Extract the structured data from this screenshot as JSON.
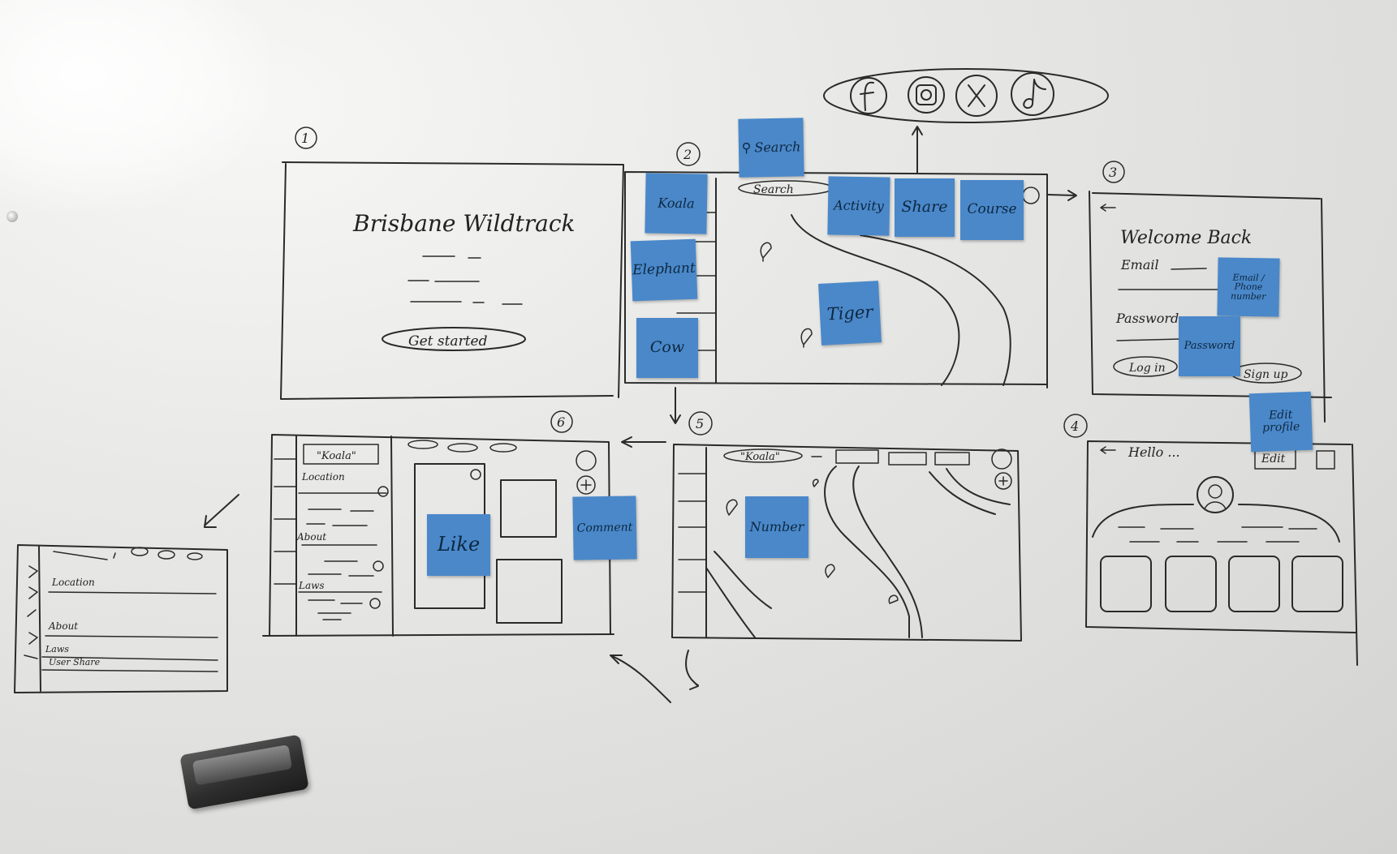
{
  "frames": {
    "f1": {
      "number": "1",
      "title": "Brisbane Wildtrack",
      "cta": "Get started"
    },
    "f2": {
      "number": "2",
      "search": "Search"
    },
    "f3": {
      "number": "3",
      "heading": "Welcome Back",
      "email_label": "Email",
      "password_label": "Password",
      "login": "Log in",
      "signup": "Sign up"
    },
    "f4": {
      "number": "4",
      "greeting": "Hello ...",
      "edit": "Edit"
    },
    "f5": {
      "number": "5",
      "search_chip": "\"Koala\""
    },
    "f6": {
      "number": "6",
      "search_chip": "\"Koala\"",
      "sections": [
        "Location",
        "About",
        "Laws"
      ]
    },
    "f7": {
      "sections": [
        "Location",
        "About",
        "Laws",
        "User Share"
      ]
    }
  },
  "social_icons": [
    "facebook-icon",
    "instagram-icon",
    "x-icon",
    "tiktok-icon"
  ],
  "notes": {
    "search": "Search",
    "koala": "Koala",
    "elephant": "Elephant",
    "cow": "Cow",
    "activity": "Activity",
    "share": "Share",
    "course": "Course",
    "tiger": "Tiger",
    "email_phone": "Email / Phone number",
    "password": "Password",
    "edit_profile": "Edit profile",
    "number": "Number",
    "like": "Like",
    "comment": "Comment"
  },
  "colors": {
    "sticky_note": "#4a88c9",
    "marker": "#2a2a2a",
    "board": "#e6e6e4"
  }
}
